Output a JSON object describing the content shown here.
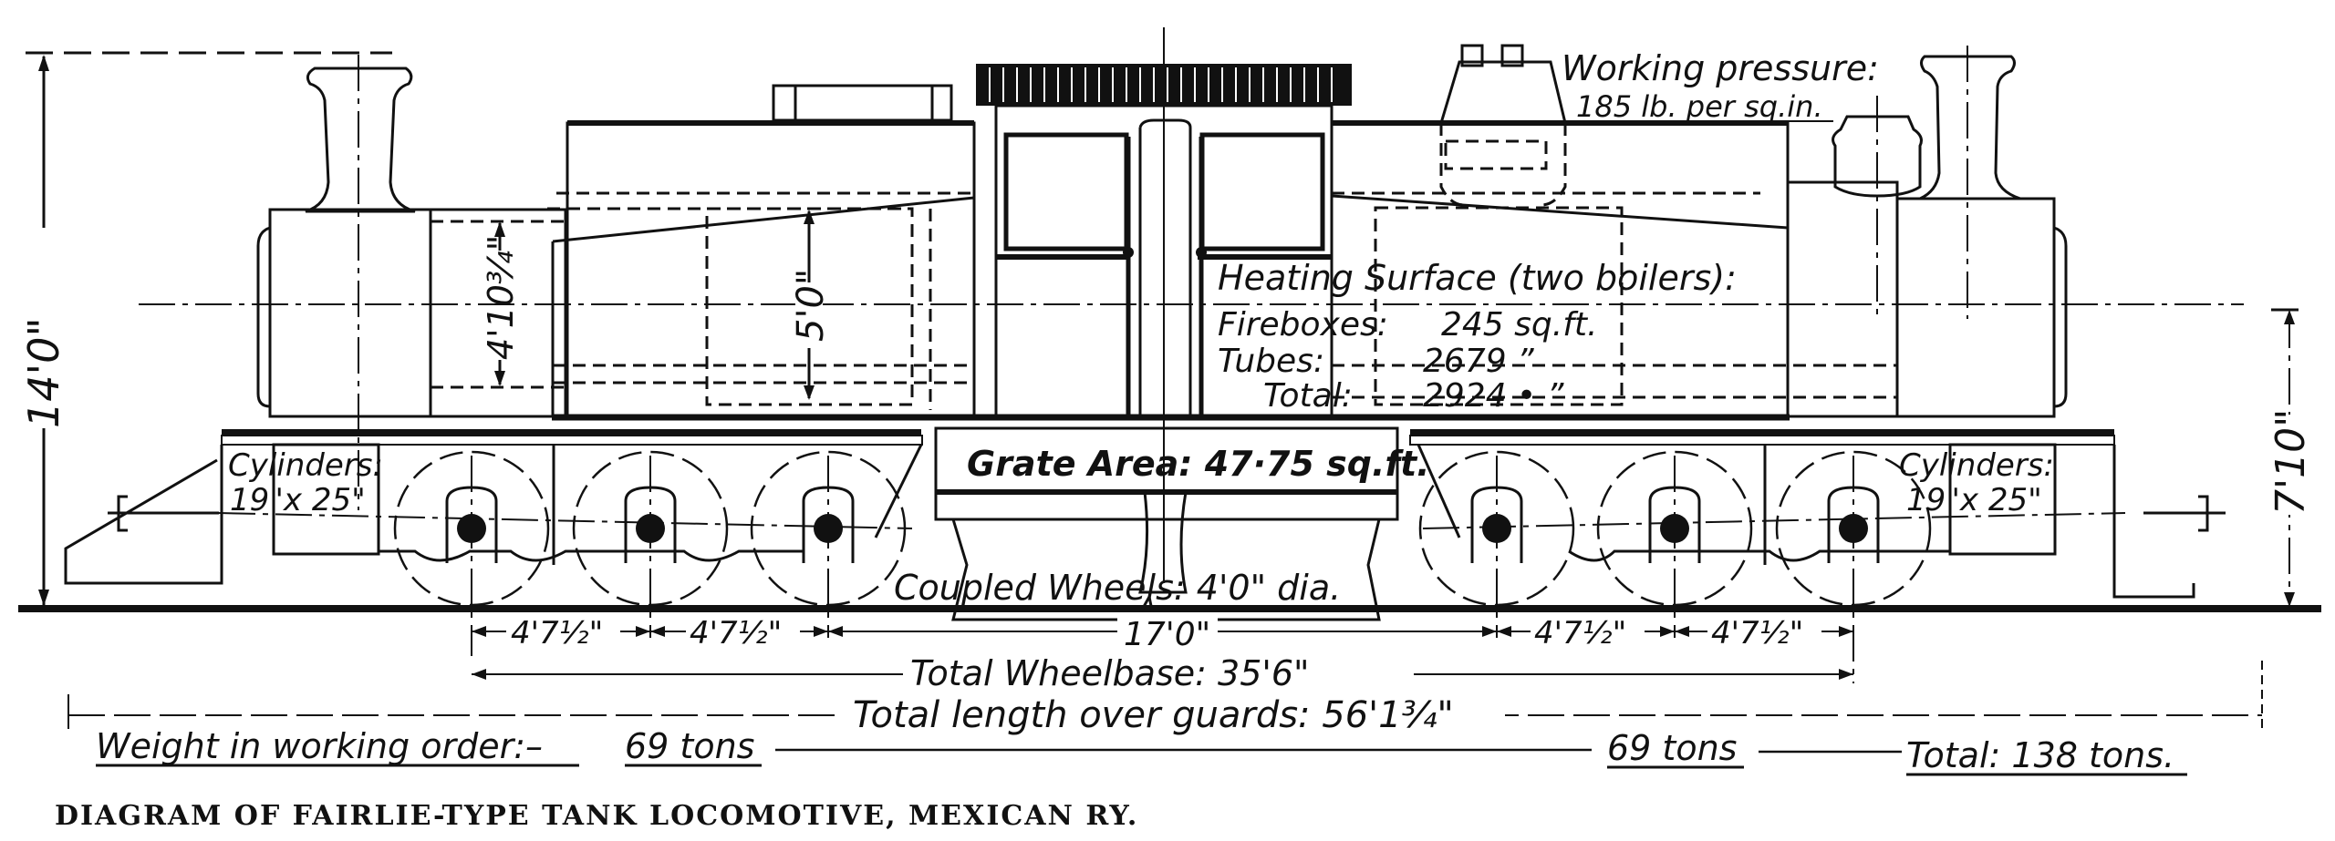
{
  "caption": "DIAGRAM OF FAIRLIE-TYPE TANK LOCOMOTIVE, MEXICAN RY.",
  "dimensions": {
    "overall_height": "14'0\"",
    "boiler_center_height": "7'10\"",
    "firebox_depth": "4'10¾\"",
    "tank_depth": "5'0\"",
    "wheel_spacing_1": "4'7½\"",
    "wheel_spacing_2": "4'7½\"",
    "bogie_centers": "17'0\"",
    "wheel_spacing_3": "4'7½\"",
    "wheel_spacing_4": "4'7½\"",
    "total_wheelbase": "Total Wheelbase: 35'6\"",
    "total_length": "Total length over guards: 56'1¾\""
  },
  "working_pressure": {
    "label": "Working pressure:",
    "value": "185 lb. per sq.in."
  },
  "heating_surface": {
    "title": "Heating Surface (two boilers):",
    "rows": [
      {
        "label": "Fireboxes:",
        "value": "245 sq.ft."
      },
      {
        "label": "Tubes:",
        "value": "2679 ”"
      },
      {
        "label": "Total:",
        "value": "2924 • ”"
      }
    ]
  },
  "grate_area": "Grate Area: 47·75 sq.ft.",
  "coupled_wheels": "Coupled Wheels: 4'0\" dia.",
  "cylinders_left": {
    "label": "Cylinders:",
    "value": "19\"x 25\""
  },
  "cylinders_right": {
    "label": "Cylinders:",
    "value": "19\"x 25\""
  },
  "weight": {
    "label": "Weight in working order:–",
    "front": "69 tons",
    "rear": "69 tons",
    "total": "Total: 138 tons."
  }
}
